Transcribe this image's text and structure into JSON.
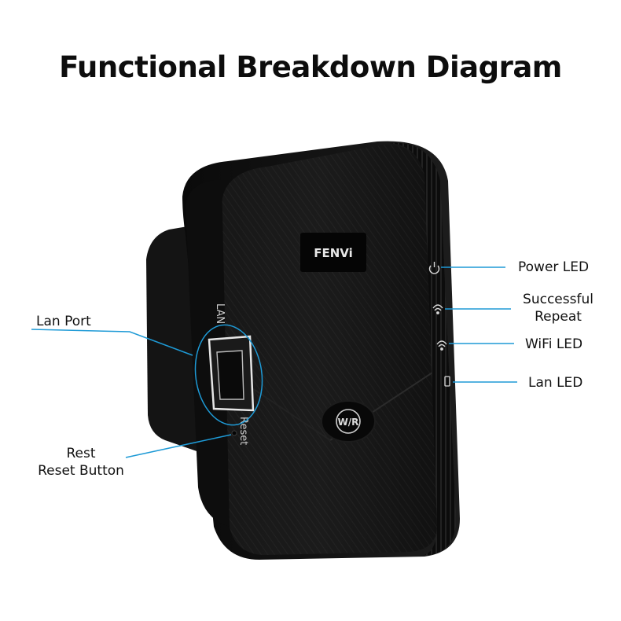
{
  "title": "Functional Breakdown Diagram",
  "device": {
    "brand": "FENVi",
    "button_text": "W/R",
    "lan_text": "LAN",
    "reset_text": "Reset"
  },
  "callouts": {
    "power_led": "Power LED",
    "successful_repeat_line1": "Successful",
    "successful_repeat_line2": "Repeat",
    "wifi_led": "WiFi LED",
    "lan_led": "Lan LED",
    "lan_port": "Lan Port",
    "reset_line1": "Rest",
    "reset_line2": "Reset Button"
  },
  "colors": {
    "callout_line": "#1e9ad6",
    "device_body": "#121212",
    "title_text": "#0d0d0d"
  }
}
